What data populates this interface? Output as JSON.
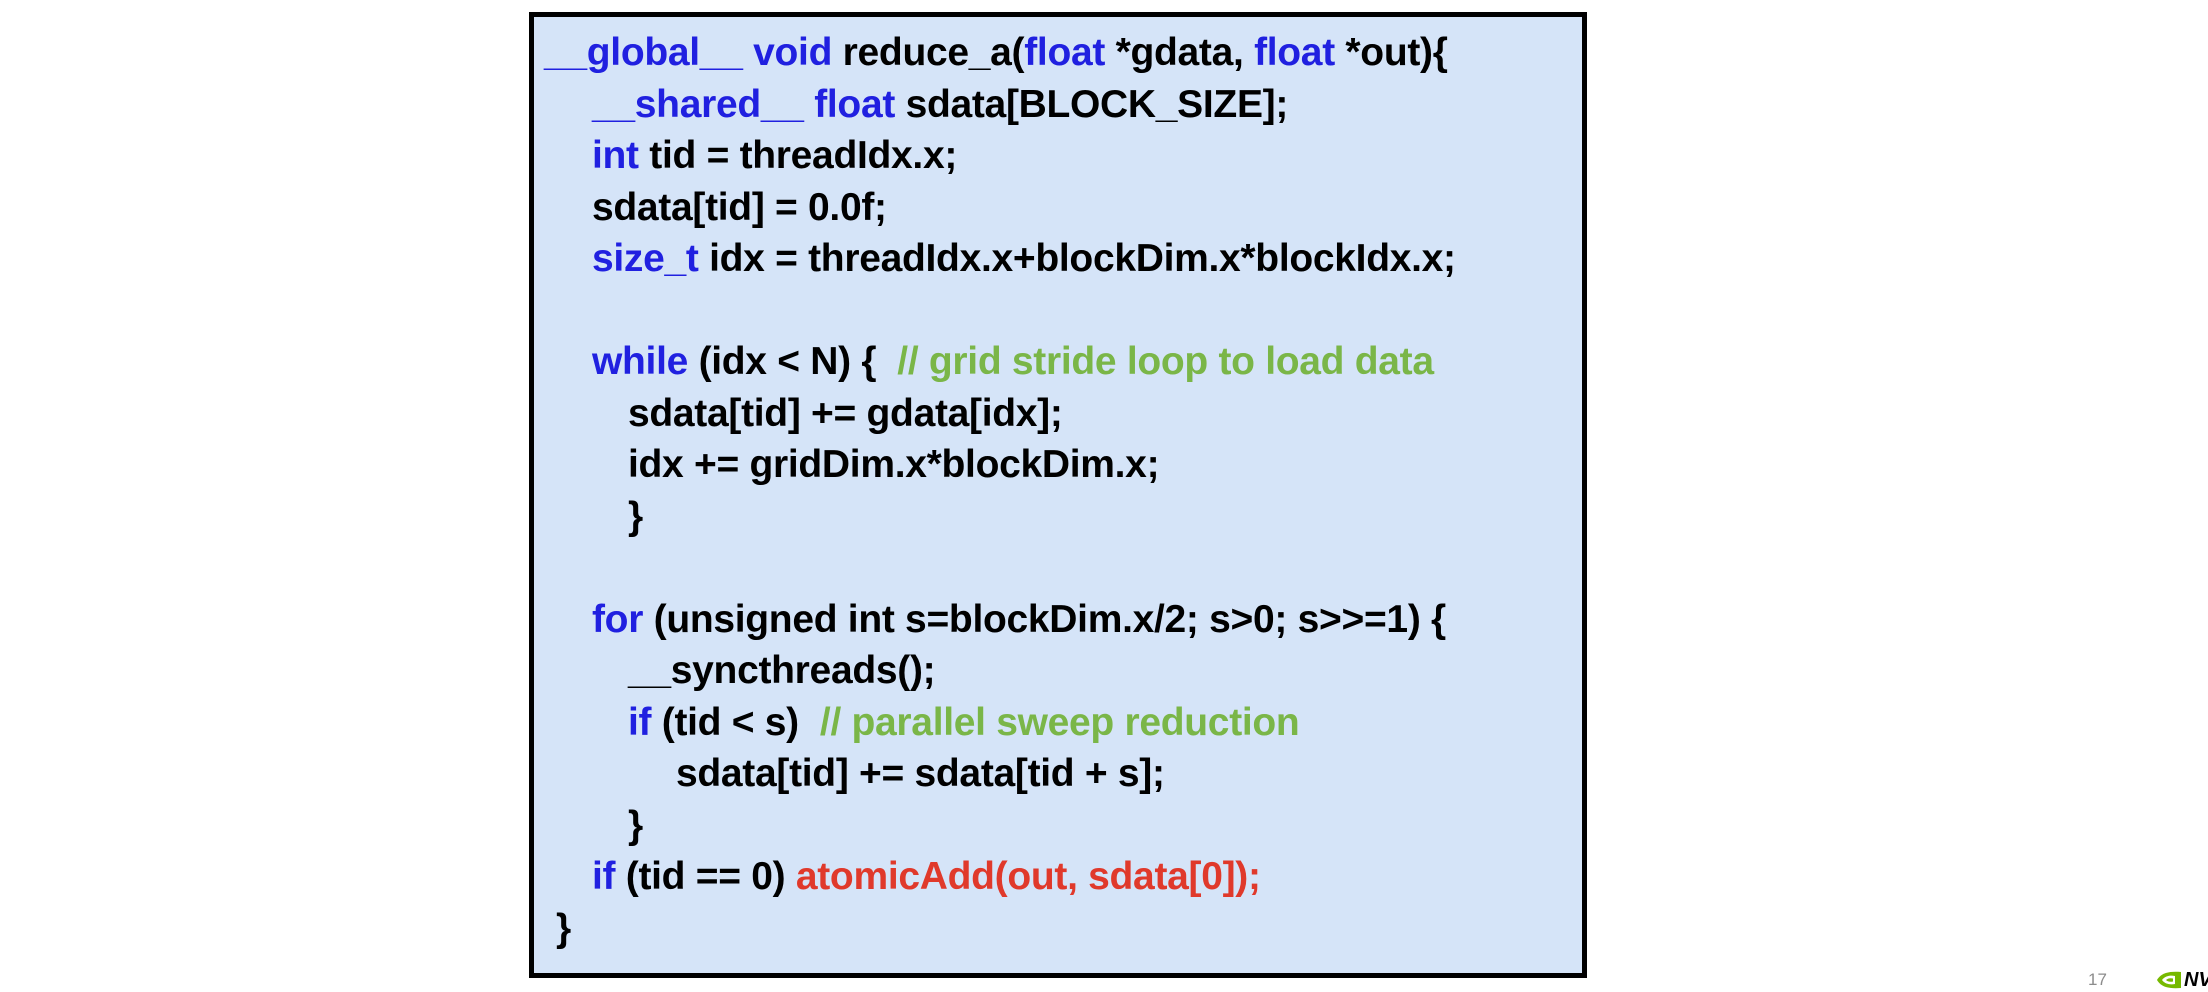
{
  "code": {
    "lines": [
      {
        "indent": 0,
        "tokens": [
          {
            "t": "__global__",
            "c": "kw"
          },
          {
            "t": " ",
            "c": "tx"
          },
          {
            "t": "void",
            "c": "kw"
          },
          {
            "t": " reduce_a(",
            "c": "tx"
          },
          {
            "t": "float",
            "c": "kw"
          },
          {
            "t": " *gdata, ",
            "c": "tx"
          },
          {
            "t": "float",
            "c": "kw"
          },
          {
            "t": " *out){",
            "c": "tx"
          }
        ]
      },
      {
        "indent": 1,
        "tokens": [
          {
            "t": "__shared__",
            "c": "kw"
          },
          {
            "t": " ",
            "c": "tx"
          },
          {
            "t": "float",
            "c": "kw"
          },
          {
            "t": " sdata[BLOCK_SIZE];",
            "c": "tx"
          }
        ]
      },
      {
        "indent": 1,
        "tokens": [
          {
            "t": "int",
            "c": "kw"
          },
          {
            "t": " tid = threadIdx.x;",
            "c": "tx"
          }
        ]
      },
      {
        "indent": 1,
        "tokens": [
          {
            "t": "sdata[tid] = 0.0f;",
            "c": "tx"
          }
        ]
      },
      {
        "indent": 1,
        "tokens": [
          {
            "t": "size_t",
            "c": "kw"
          },
          {
            "t": " idx = threadIdx.x+blockDim.x*blockIdx.x;",
            "c": "tx"
          }
        ]
      },
      {
        "indent": 1,
        "tokens": []
      },
      {
        "indent": 1,
        "tokens": [
          {
            "t": "while",
            "c": "kw"
          },
          {
            "t": " (idx < N) {  ",
            "c": "tx"
          },
          {
            "t": "// grid stride loop to load data",
            "c": "cm"
          }
        ]
      },
      {
        "indent": 2,
        "tokens": [
          {
            "t": "sdata[tid] += gdata[idx];",
            "c": "tx"
          }
        ]
      },
      {
        "indent": 2,
        "tokens": [
          {
            "t": "idx += gridDim.x*blockDim.x;",
            "c": "tx"
          }
        ]
      },
      {
        "indent": 2,
        "tokens": [
          {
            "t": "}",
            "c": "tx"
          }
        ]
      },
      {
        "indent": 1,
        "tokens": []
      },
      {
        "indent": 1,
        "tokens": [
          {
            "t": "for",
            "c": "kw"
          },
          {
            "t": " (unsigned int s=blockDim.x/2; s>0; s>>=1) {",
            "c": "tx"
          }
        ]
      },
      {
        "indent": 2,
        "tokens": [
          {
            "t": "__syncthreads();",
            "c": "tx"
          }
        ]
      },
      {
        "indent": 2,
        "tokens": [
          {
            "t": "if",
            "c": "kw"
          },
          {
            "t": " (tid < s)  ",
            "c": "tx"
          },
          {
            "t": "// parallel sweep reduction",
            "c": "cm"
          }
        ]
      },
      {
        "indent": 3,
        "tokens": [
          {
            "t": "sdata[tid] += sdata[tid + s];",
            "c": "tx"
          }
        ]
      },
      {
        "indent": 2,
        "tokens": [
          {
            "t": "}",
            "c": "tx"
          }
        ]
      },
      {
        "indent": 1,
        "tokens": [
          {
            "t": "if",
            "c": "kw"
          },
          {
            "t": " (tid == 0) ",
            "c": "tx"
          },
          {
            "t": "atomicAdd(out, sdata[0]);",
            "c": "hl"
          }
        ]
      },
      {
        "indent": "b",
        "tokens": [
          {
            "t": "}",
            "c": "tx"
          }
        ]
      }
    ]
  },
  "footer": {
    "page_number": "17",
    "logo_icon": "nvidia-eye-icon",
    "logo_text": "NVIDIA"
  },
  "colors": {
    "code_background": "#d5e4f8",
    "keyword": "#2020e0",
    "comment": "#7ab648",
    "highlight": "#e0392b",
    "logo_green": "#76b900"
  }
}
